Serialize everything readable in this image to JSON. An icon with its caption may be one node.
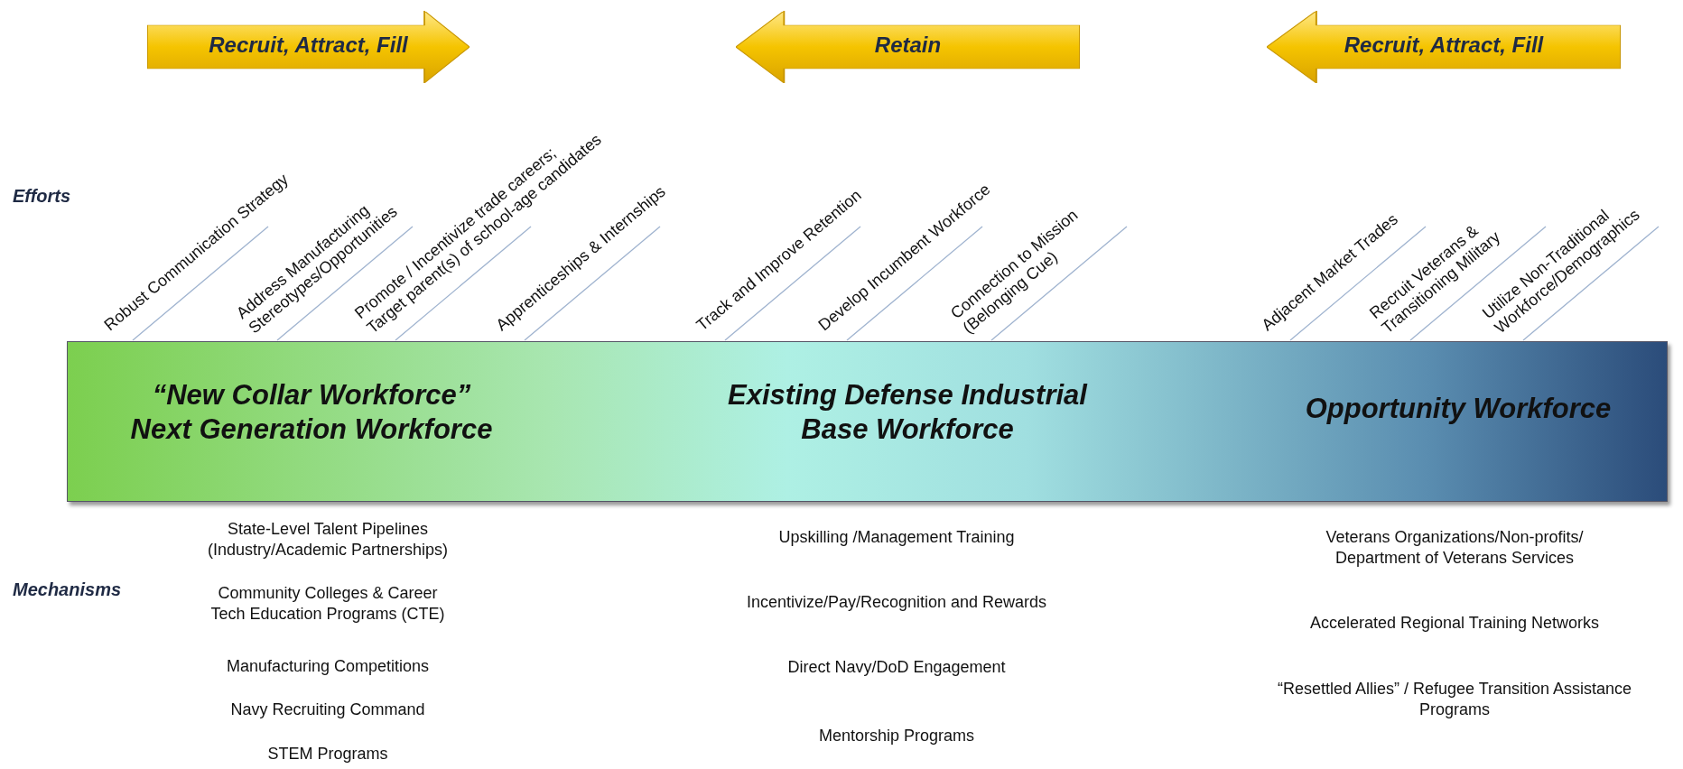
{
  "diagram": {
    "nodes": [
      {
        "text": [
          "Recruit, Attract, Fill"
        ]
      },
      {
        "text": [
          "Retain"
        ]
      },
      {
        "text": [
          "Recruit, Attract, Fill"
        ]
      },
      {
        "text": [
          "“New Collar Workforce” Next Generation Workforce",
          "Existing Defense Industrial Base Workforce",
          "Opportunity Workforce"
        ]
      }
    ],
    "edges": [],
    "labels": [
      "Robust Communication Strategy",
      "Address Manufacturing Stereotypes/Opportunities",
      "Promote / Incentivize trade careers; Target parent(s) of school-age candidates",
      "Apprenticeships & Internships",
      "Track and Improve Retention",
      "Develop Incumbent Workforce",
      "Connection to Mission (Belonging Cue)",
      "Adjacent Market Trades",
      "Recruit Veterans & Transitioning Military",
      "Utilize Non-Traditional Workforce/Demographics",
      "Efforts",
      "Mechanisms",
      "State-Level Talent Pipelines (Industry/Academic Partnerships)",
      "Community Colleges & Career Tech Education Programs (CTE)",
      "Manufacturing Competitions",
      "Navy Recruiting Command",
      "STEM Programs",
      "Upskilling /Management Training",
      "Incentivize/Pay/Recognition and Rewards",
      "Direct Navy/DoD Engagement",
      "Mentorship Programs",
      "Veterans Organizations/Non-profits/ Department of Veterans Services",
      "Accelerated Regional Training Networks",
      "“Resettled Allies” / Refugee Transition Assistance Programs"
    ]
  }
}
